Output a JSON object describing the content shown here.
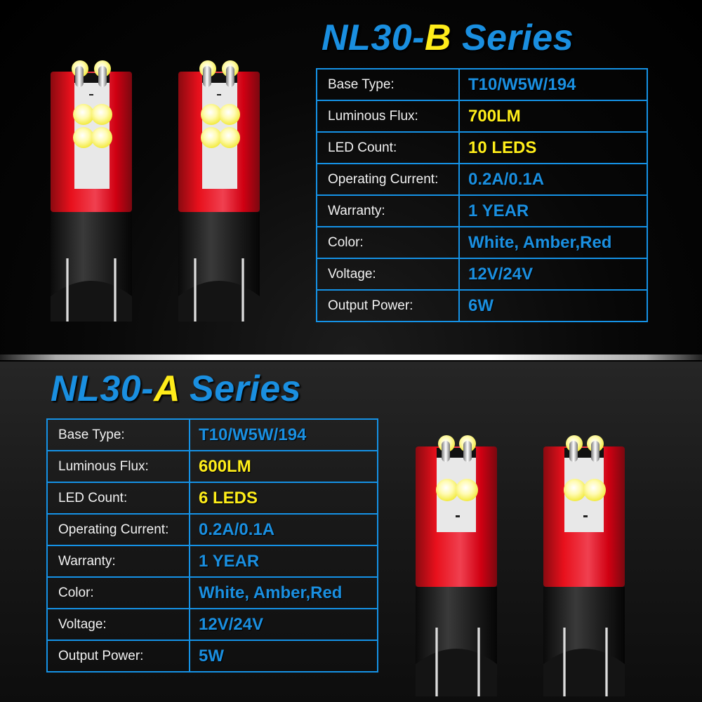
{
  "series_b": {
    "title_prefix": "NL30-",
    "title_letter": "B",
    "title_suffix": " Series",
    "specs": [
      {
        "label": "Base Type:",
        "value": "T10/W5W/194",
        "highlight": false
      },
      {
        "label": "Luminous Flux:",
        "value": "700LM",
        "highlight": true
      },
      {
        "label": "LED Count:",
        "value": "10 LEDS",
        "highlight": true
      },
      {
        "label": "Operating Current:",
        "value": "0.2A/0.1A",
        "highlight": false
      },
      {
        "label": "Warranty:",
        "value": "1 YEAR",
        "highlight": false
      },
      {
        "label": "Color:",
        "value": "White, Amber,Red",
        "highlight": false
      },
      {
        "label": "Voltage:",
        "value": "12V/24V",
        "highlight": false
      },
      {
        "label": "Output Power:",
        "value": "6W",
        "highlight": false
      }
    ],
    "bulb_led_grid": "2x2 + 2 top"
  },
  "series_a": {
    "title_prefix": "NL30-",
    "title_letter": "A",
    "title_suffix": " Series",
    "specs": [
      {
        "label": "Base Type:",
        "value": "T10/W5W/194",
        "highlight": false
      },
      {
        "label": "Luminous Flux:",
        "value": "600LM",
        "highlight": true
      },
      {
        "label": "LED Count:",
        "value": "6 LEDS",
        "highlight": true
      },
      {
        "label": "Operating Current:",
        "value": "0.2A/0.1A",
        "highlight": false
      },
      {
        "label": "Warranty:",
        "value": "1 YEAR",
        "highlight": false
      },
      {
        "label": "Color:",
        "value": "White, Amber,Red",
        "highlight": false
      },
      {
        "label": "Voltage:",
        "value": "12V/24V",
        "highlight": false
      },
      {
        "label": "Output Power:",
        "value": "5W",
        "highlight": false
      }
    ],
    "bulb_led_grid": "1x2 + 2 top"
  },
  "colors": {
    "accent_blue": "#1a8fe0",
    "accent_yellow": "#ffec1a",
    "bulb_red": "#e60012",
    "table_border": "#1592e6"
  }
}
